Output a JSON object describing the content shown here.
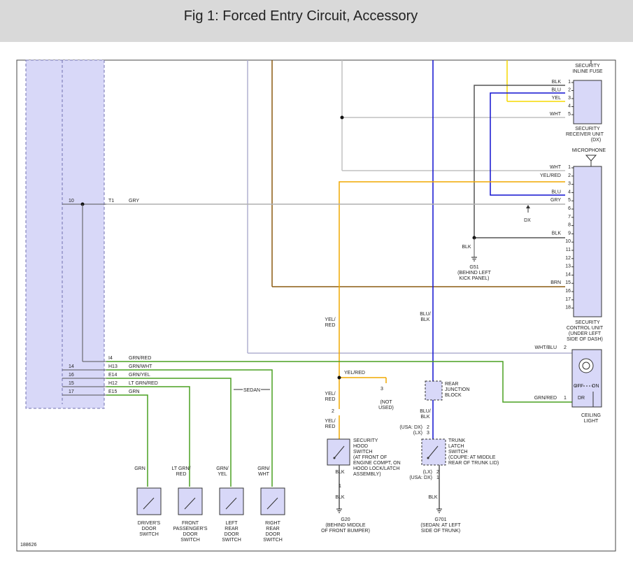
{
  "header": {
    "title": "Fig 1: Forced Entry Circuit, Accessory"
  },
  "figure_id": "188626",
  "colors": {
    "yel": "#f5d800",
    "yel_red": "#f0a800",
    "blu": "#1010d0",
    "grn": "#4aa020",
    "brn": "#8b5a10",
    "gry": "#b0b0b0",
    "blk": "#333333",
    "module_fill": "#d8d8f8"
  },
  "components": {
    "fuse": [
      "SECURITY",
      "INLINE FUSE"
    ],
    "receiver": [
      "SECURITY",
      "RECEIVER UNIT",
      "(DX)"
    ],
    "microphone": "MICROPHONE",
    "control": [
      "SECURITY",
      "CONTROL UNIT",
      "(UNDER LEFT",
      "SIDE OF DASH)"
    ],
    "ceiling": [
      "CEILING",
      "LIGHT"
    ],
    "ceiling_off": "OFF",
    "ceiling_on": "ON",
    "ceiling_dr": "DR",
    "g51": [
      "G51",
      "(BEHIND LEFT",
      "KICK PANEL)"
    ],
    "rear_junction": [
      "REAR",
      "JUNCTION",
      "BLOCK"
    ],
    "hood": [
      "SECURITY",
      "HOOD",
      "SWITCH",
      "(AT FRONT OF",
      "ENGINE COMPT, ON",
      "HOOD LOCK/LATCH",
      "ASSEMBLY)"
    ],
    "trunk": [
      "TRUNK",
      "LATCH",
      "SWITCH",
      "(COUPE: AT MIDDLE",
      "REAR OF TRUNK LID)"
    ],
    "g20": [
      "G20",
      "(BEHIND MIDDLE",
      "OF FRONT BUMPER)"
    ],
    "g701": [
      "G701",
      "(SEDAN: AT LEFT",
      "SIDE OF TRUNK)"
    ],
    "not_used": [
      "(NOT",
      "USED)"
    ],
    "door1": [
      "DRIVER'S",
      "DOOR",
      "SWITCH"
    ],
    "door2": [
      "FRONT",
      "PASSENGER'S",
      "DOOR",
      "SWITCH"
    ],
    "door3": [
      "LEFT",
      "REAR",
      "DOOR",
      "SWITCH"
    ],
    "door4": [
      "RIGHT",
      "REAR",
      "DOOR",
      "SWITCH"
    ]
  },
  "receiver_pins": [
    {
      "pin": "1",
      "wire": "BLK"
    },
    {
      "pin": "2",
      "wire": "BLU"
    },
    {
      "pin": "3",
      "wire": "YEL"
    },
    {
      "pin": "4",
      "wire": ""
    },
    {
      "pin": "5",
      "wire": "WHT"
    }
  ],
  "control_pins": [
    {
      "pin": "1",
      "wire": "WHT"
    },
    {
      "pin": "2",
      "wire": "YEL/RED"
    },
    {
      "pin": "3",
      "wire": ""
    },
    {
      "pin": "4",
      "wire": "BLU"
    },
    {
      "pin": "5",
      "wire": "GRY"
    },
    {
      "pin": "6",
      "wire": ""
    },
    {
      "pin": "7",
      "wire": ""
    },
    {
      "pin": "8",
      "wire": ""
    },
    {
      "pin": "9",
      "wire": "BLK"
    },
    {
      "pin": "10",
      "wire": ""
    },
    {
      "pin": "11",
      "wire": ""
    },
    {
      "pin": "12",
      "wire": ""
    },
    {
      "pin": "13",
      "wire": ""
    },
    {
      "pin": "14",
      "wire": ""
    },
    {
      "pin": "15",
      "wire": "BRN"
    },
    {
      "pin": "16",
      "wire": ""
    },
    {
      "pin": "17",
      "wire": ""
    },
    {
      "pin": "18",
      "wire": ""
    }
  ],
  "left_module_rows": [
    {
      "pin": "10",
      "conn": "T1",
      "wire": "GRY"
    },
    {
      "pin": "",
      "conn": "I4",
      "wire": "GRN/RED"
    },
    {
      "pin": "14",
      "conn": "H13",
      "wire": "GRN/WHT"
    },
    {
      "pin": "16",
      "conn": "E14",
      "wire": "GRN/YEL"
    },
    {
      "pin": "15",
      "conn": "H12",
      "wire": "LT GRN/RED"
    },
    {
      "pin": "17",
      "conn": "E15",
      "wire": "GRN"
    }
  ],
  "labels": {
    "dx": "DX",
    "blk_g51": "BLK",
    "yel_red_v": [
      "YEL/",
      "RED"
    ],
    "blu_blk_v": [
      "BLU/",
      "BLK"
    ],
    "wht_blu": "WHT/BLU",
    "ceiling_pin2": "2",
    "grn_red_ceil": "GRN/RED",
    "ceiling_pin1": "1",
    "yel_red_junc": "YEL/RED",
    "pin3_nu": "3",
    "yel_red_hood1": [
      "YEL/",
      "RED"
    ],
    "pin2_hood": "2",
    "yel_red_hood2": [
      "YEL/",
      "RED"
    ],
    "blk_hood": "BLK",
    "pin1_hood": "1",
    "blk_g20": "BLK",
    "sedan": "SEDAN",
    "blu_blk_trunk": [
      "BLU/",
      "BLK"
    ],
    "usa_dx_2": "(USA: DX)",
    "pin2_trunk": "2",
    "lx_3": "(LX)",
    "pin3_trunk": "3",
    "lx_2": "(LX)",
    "pin2_trunk_b": "2",
    "usa_dx_1": "(USA: DX)",
    "pin1_trunk": "1",
    "blk_g701": "BLK",
    "door_wire1": "GRN",
    "door_wire2": [
      "LT GRN/",
      "RED"
    ],
    "door_wire3": [
      "GRN/",
      "YEL"
    ],
    "door_wire4": [
      "GRN/",
      "WHT"
    ]
  }
}
